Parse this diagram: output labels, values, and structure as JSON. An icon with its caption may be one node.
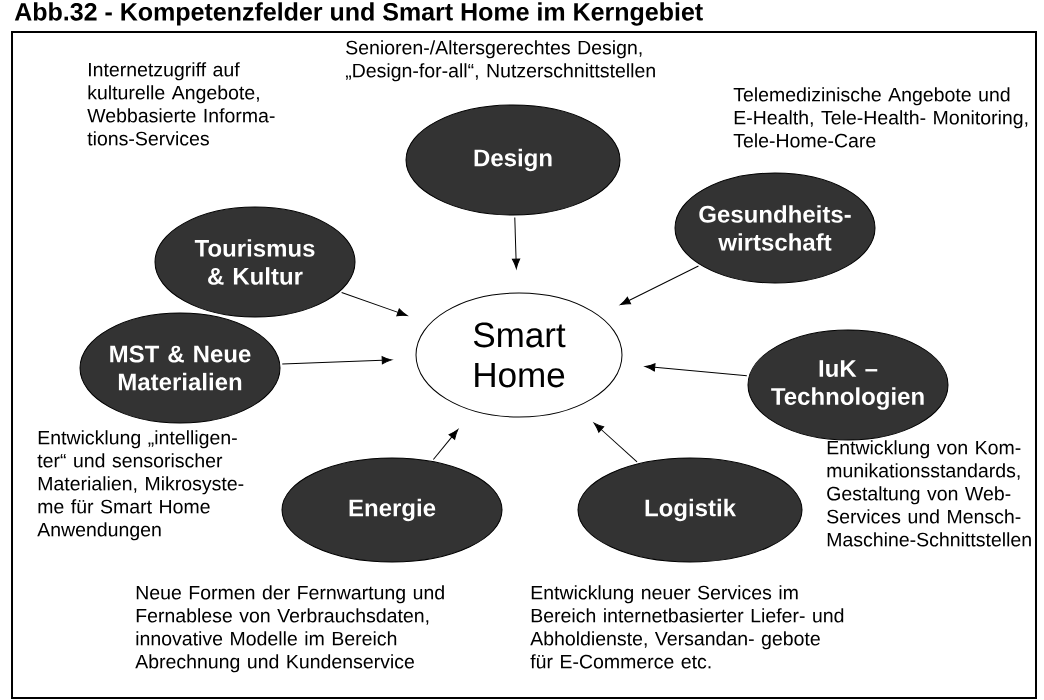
{
  "diagram": {
    "title": "Abb.32 - Kompetenzfelder und Smart Home im Kerngebiet",
    "nodes": [
      {
        "text": [
          "Smart Home"
        ]
      },
      {
        "text": [
          "Design"
        ],
        "beside": [
          "Senioren-/Altersgerechtes Design, „Design-for-all“, Nutzerschnittstellen"
        ]
      },
      {
        "text": [
          "Tourismus & Kultur"
        ],
        "beside": [
          "Internetzugriff auf kulturelle Angebote, Webbasierte Informa- tions-Services"
        ]
      },
      {
        "text": [
          "Gesundheits- wirtschaft"
        ],
        "beside": [
          "Telemedizinische Angebote und E-Health, Tele-Health- Monitoring, Tele-Home-Care"
        ]
      },
      {
        "text": [
          "MST & Neue Materialien"
        ],
        "beside": [
          "Entwicklung „intelligen- ter“ und sensorischer Materialien, Mikrosyste- me für Smart Home Anwendungen"
        ]
      },
      {
        "text": [
          "IuK – Technologien"
        ],
        "beside": [
          "Entwicklung von Kom- munikationsstandards, Gestaltung von Web- Services und Mensch- Maschine-Schnittstellen"
        ]
      },
      {
        "text": [
          "Energie"
        ],
        "beside": [
          "Neue Formen der Fernwartung und Fernablese von Verbrauchsdaten, innovative Modelle im Bereich Abrechnung und Kundenservice"
        ]
      },
      {
        "text": [
          "Logistik"
        ],
        "beside": [
          "Entwicklung neuer Services im Bereich internetbasierter Liefer- und Abholdienste, Versandan- gebote für E-Commerce etc."
        ]
      }
    ],
    "edges": [
      {
        "from": 1,
        "to": 0,
        "arrow": "to"
      },
      {
        "from": 2,
        "to": 0,
        "arrow": "to"
      },
      {
        "from": 3,
        "to": 0,
        "arrow": "to"
      },
      {
        "from": 4,
        "to": 0,
        "arrow": "to"
      },
      {
        "from": 5,
        "to": 0,
        "arrow": "to"
      },
      {
        "from": 6,
        "to": 0,
        "arrow": "to"
      },
      {
        "from": 7,
        "to": 0,
        "arrow": "to"
      }
    ]
  }
}
